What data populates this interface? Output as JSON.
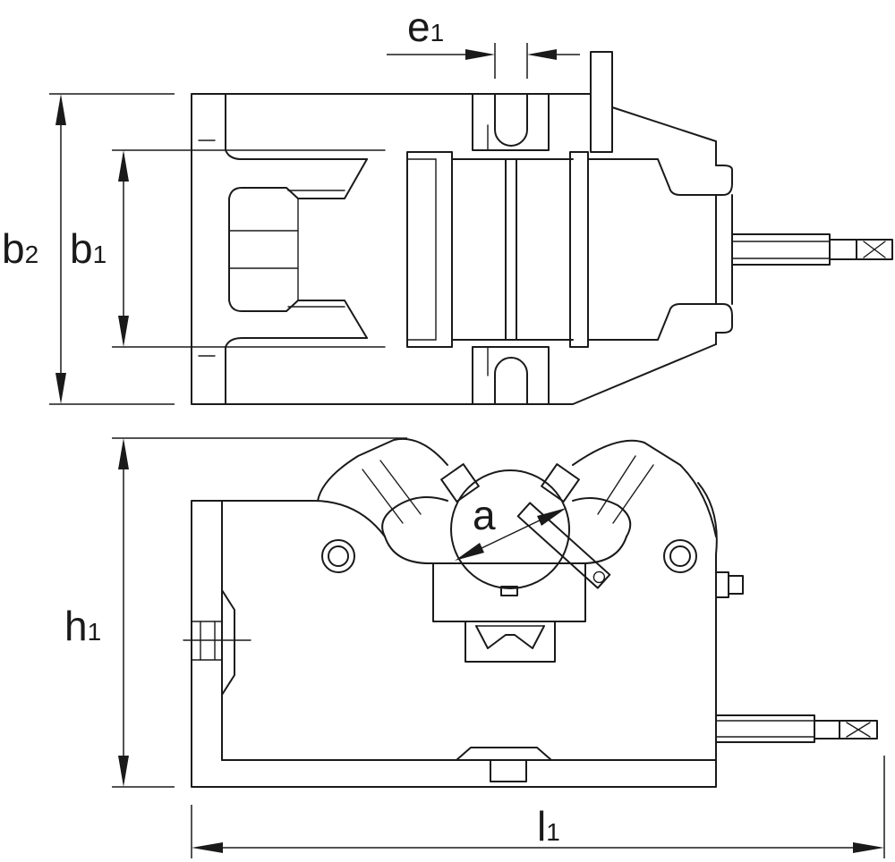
{
  "diagram": {
    "labels": {
      "e1": {
        "main": "e",
        "sub": "1"
      },
      "b2": {
        "main": "b",
        "sub": "2"
      },
      "b1": {
        "main": "b",
        "sub": "1"
      },
      "a": {
        "main": "a"
      },
      "h1": {
        "main": "h",
        "sub": "1"
      },
      "l1": {
        "main": "l",
        "sub": "1"
      }
    }
  }
}
